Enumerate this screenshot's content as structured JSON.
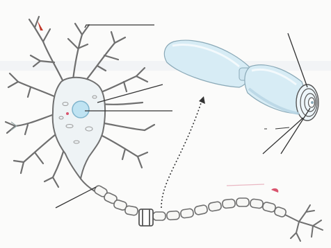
{
  "diagram": {
    "kind": "neuron-structure-unlabeled",
    "labels": [],
    "leader_lines": [
      {
        "id": "dendrites"
      },
      {
        "id": "cell-body"
      },
      {
        "id": "nucleus"
      },
      {
        "id": "axon"
      },
      {
        "id": "myelin-sheath-layers"
      },
      {
        "id": "schwann-cell-nucleus"
      },
      {
        "id": "axon-core"
      }
    ],
    "colors": {
      "outline": "#6f6f6f",
      "soma_fill": "#eef3f5",
      "nucleus_fill": "#bfe3f2",
      "myelin_fill": "#d7ecf5",
      "myelin_shadow": "#b6d5e3",
      "accent_red": "#c0392b",
      "accent_pink": "#d9546e",
      "leader": "#333333"
    }
  }
}
